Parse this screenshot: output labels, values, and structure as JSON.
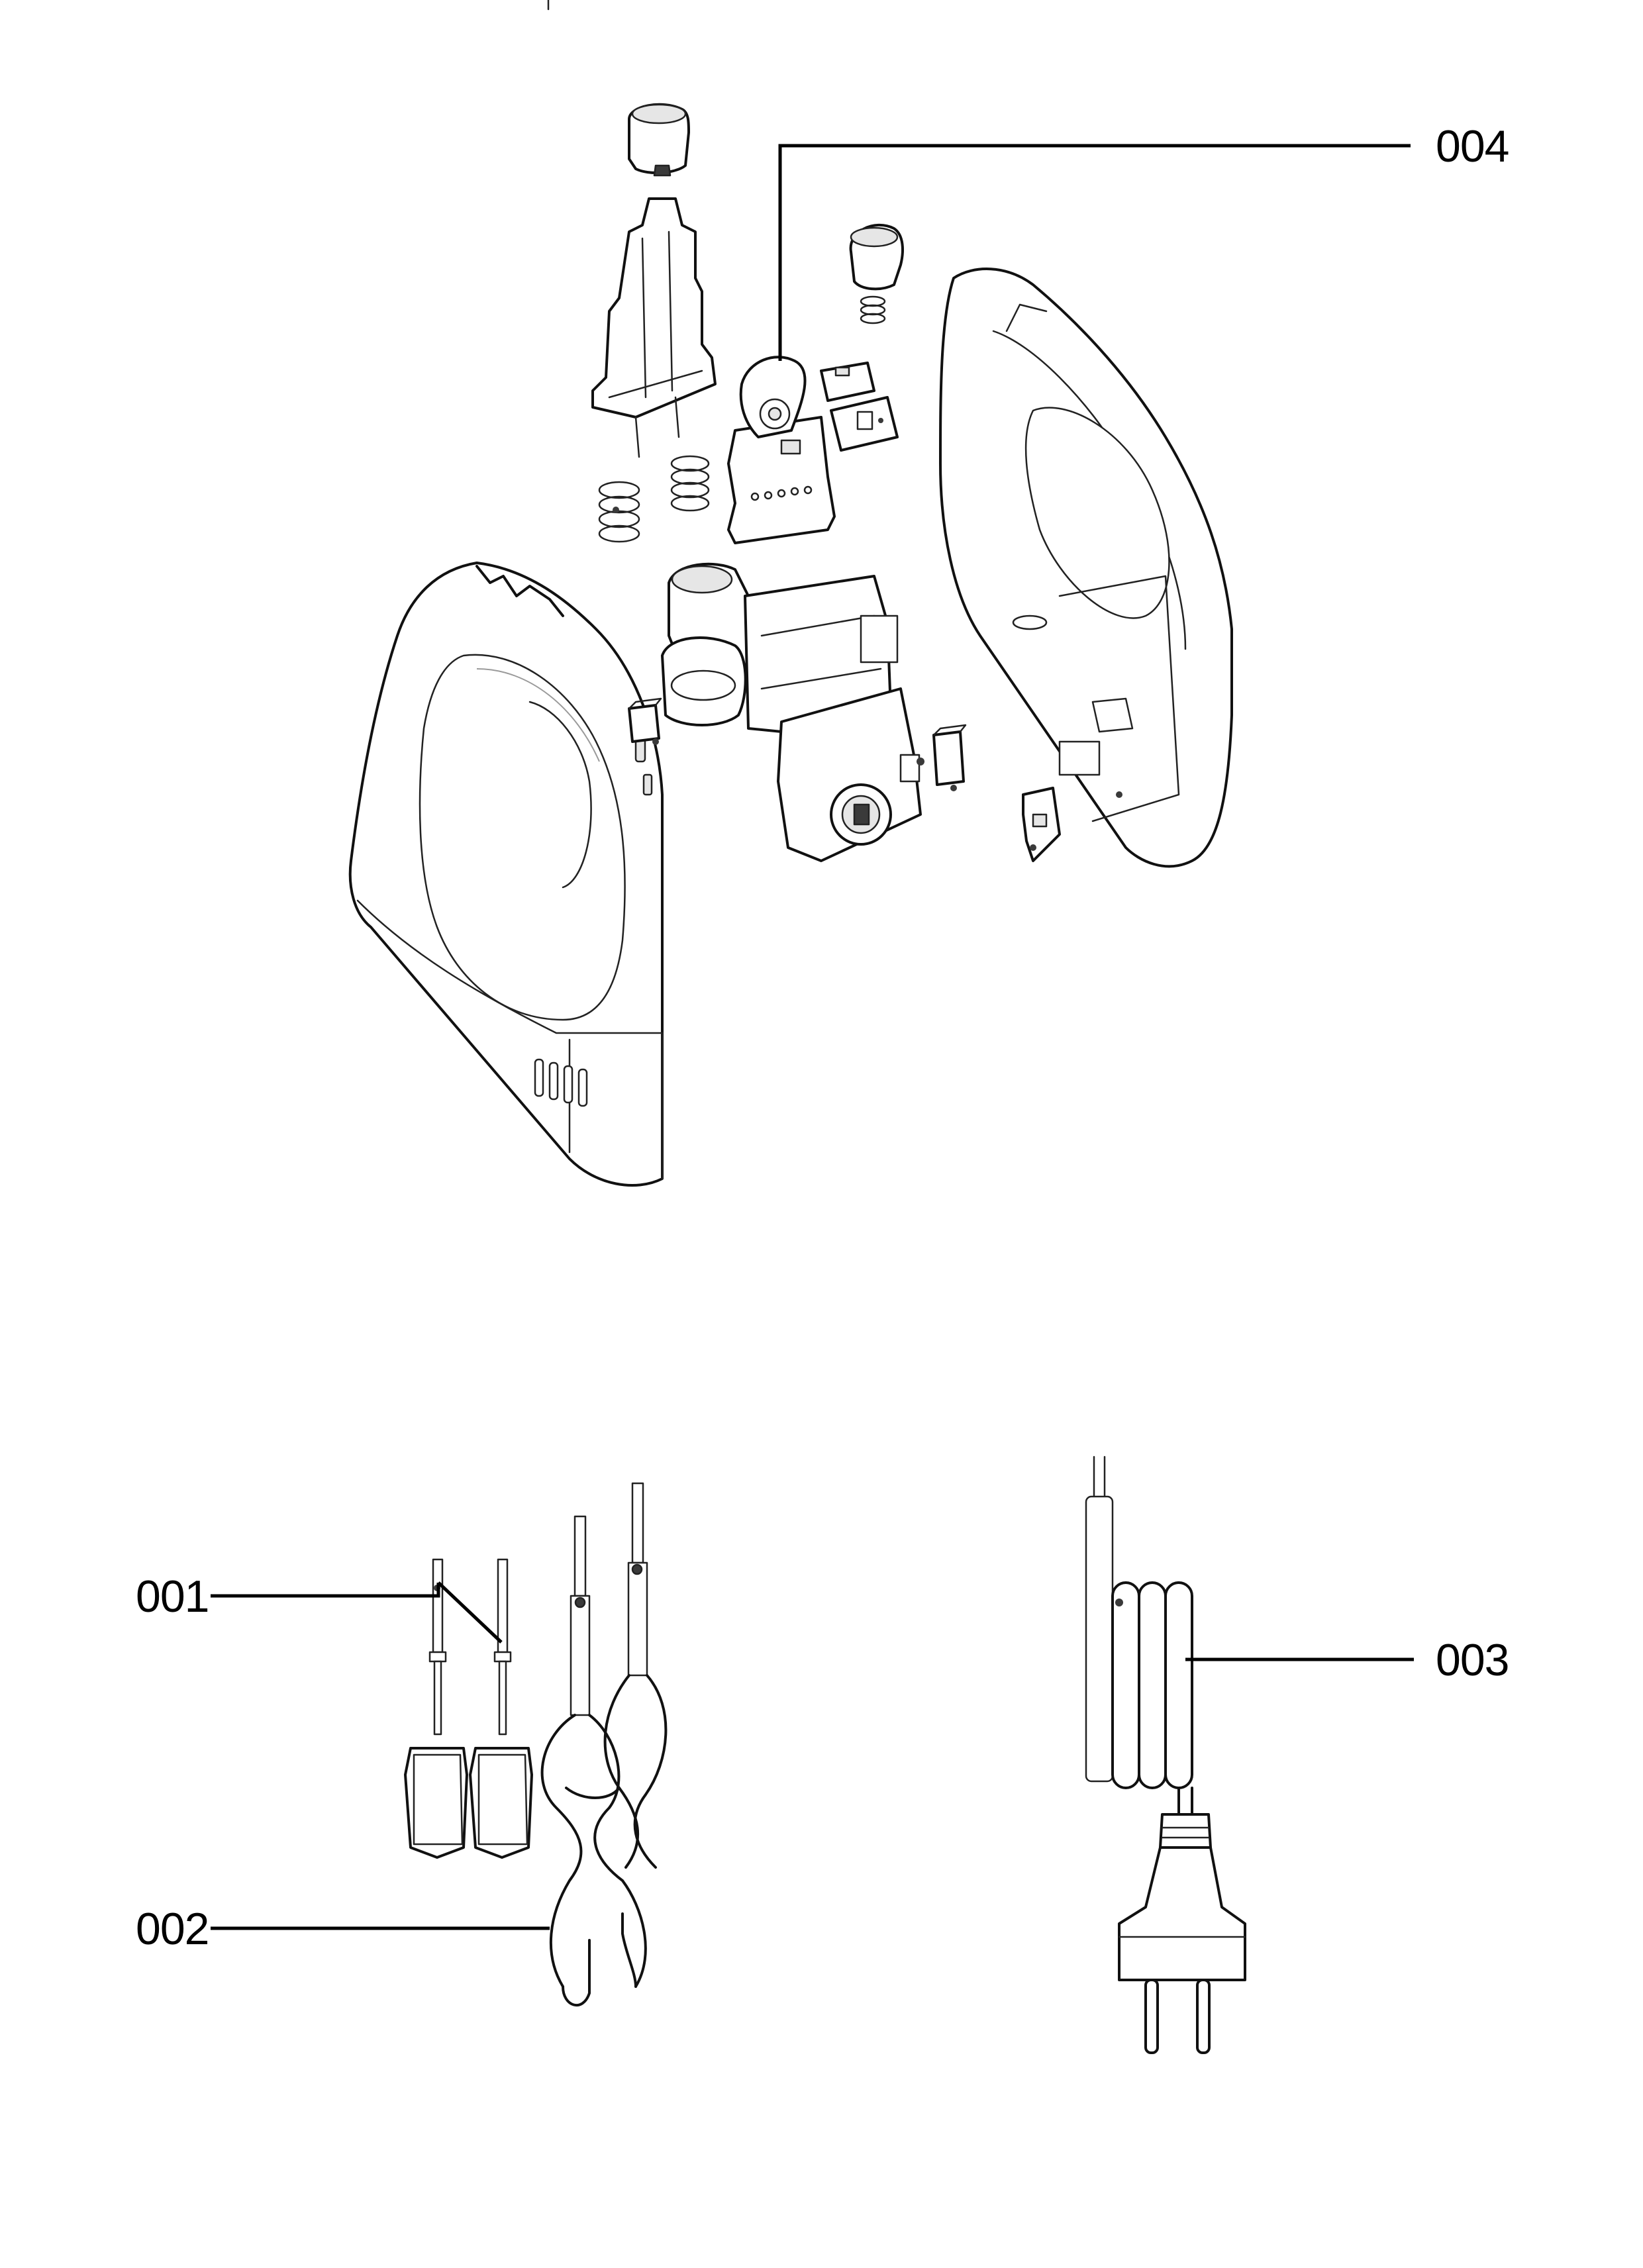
{
  "diagram": {
    "type": "exploded-parts-diagram",
    "callouts": [
      {
        "id": "001",
        "label": "001",
        "part": "whisk-beaters"
      },
      {
        "id": "002",
        "label": "002",
        "part": "dough-hooks"
      },
      {
        "id": "003",
        "label": "003",
        "part": "power-cord-with-plug"
      },
      {
        "id": "004",
        "label": "004",
        "part": "speed-selector-assembly"
      }
    ]
  }
}
